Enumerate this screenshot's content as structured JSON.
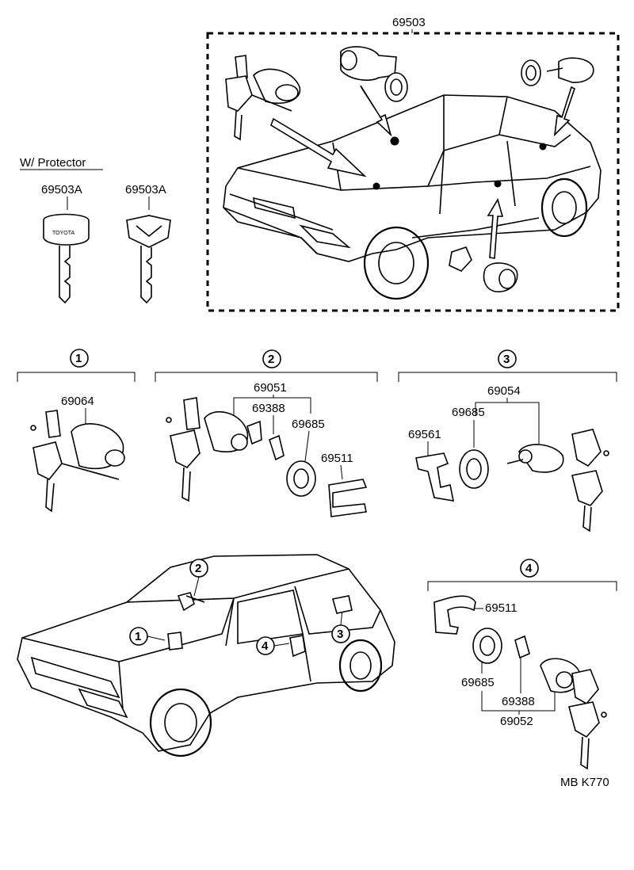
{
  "diagram": {
    "main_part": "69503",
    "protector_heading": "W/ Protector",
    "key_left_label": "69503A",
    "key_right_label": "69503A",
    "key_brand": "TOYOTA",
    "groups": [
      {
        "marker": "1",
        "labels": [
          "69064"
        ]
      },
      {
        "marker": "2",
        "labels": [
          "69051",
          "69388",
          "69685",
          "69511"
        ]
      },
      {
        "marker": "3",
        "labels": [
          "69054",
          "69685",
          "69561"
        ]
      },
      {
        "marker": "4",
        "labels": [
          "69511",
          "69685",
          "69388",
          "69052"
        ]
      }
    ],
    "car_markers": [
      "2",
      "1",
      "4",
      "3"
    ],
    "footer_code": "MB  K770"
  }
}
